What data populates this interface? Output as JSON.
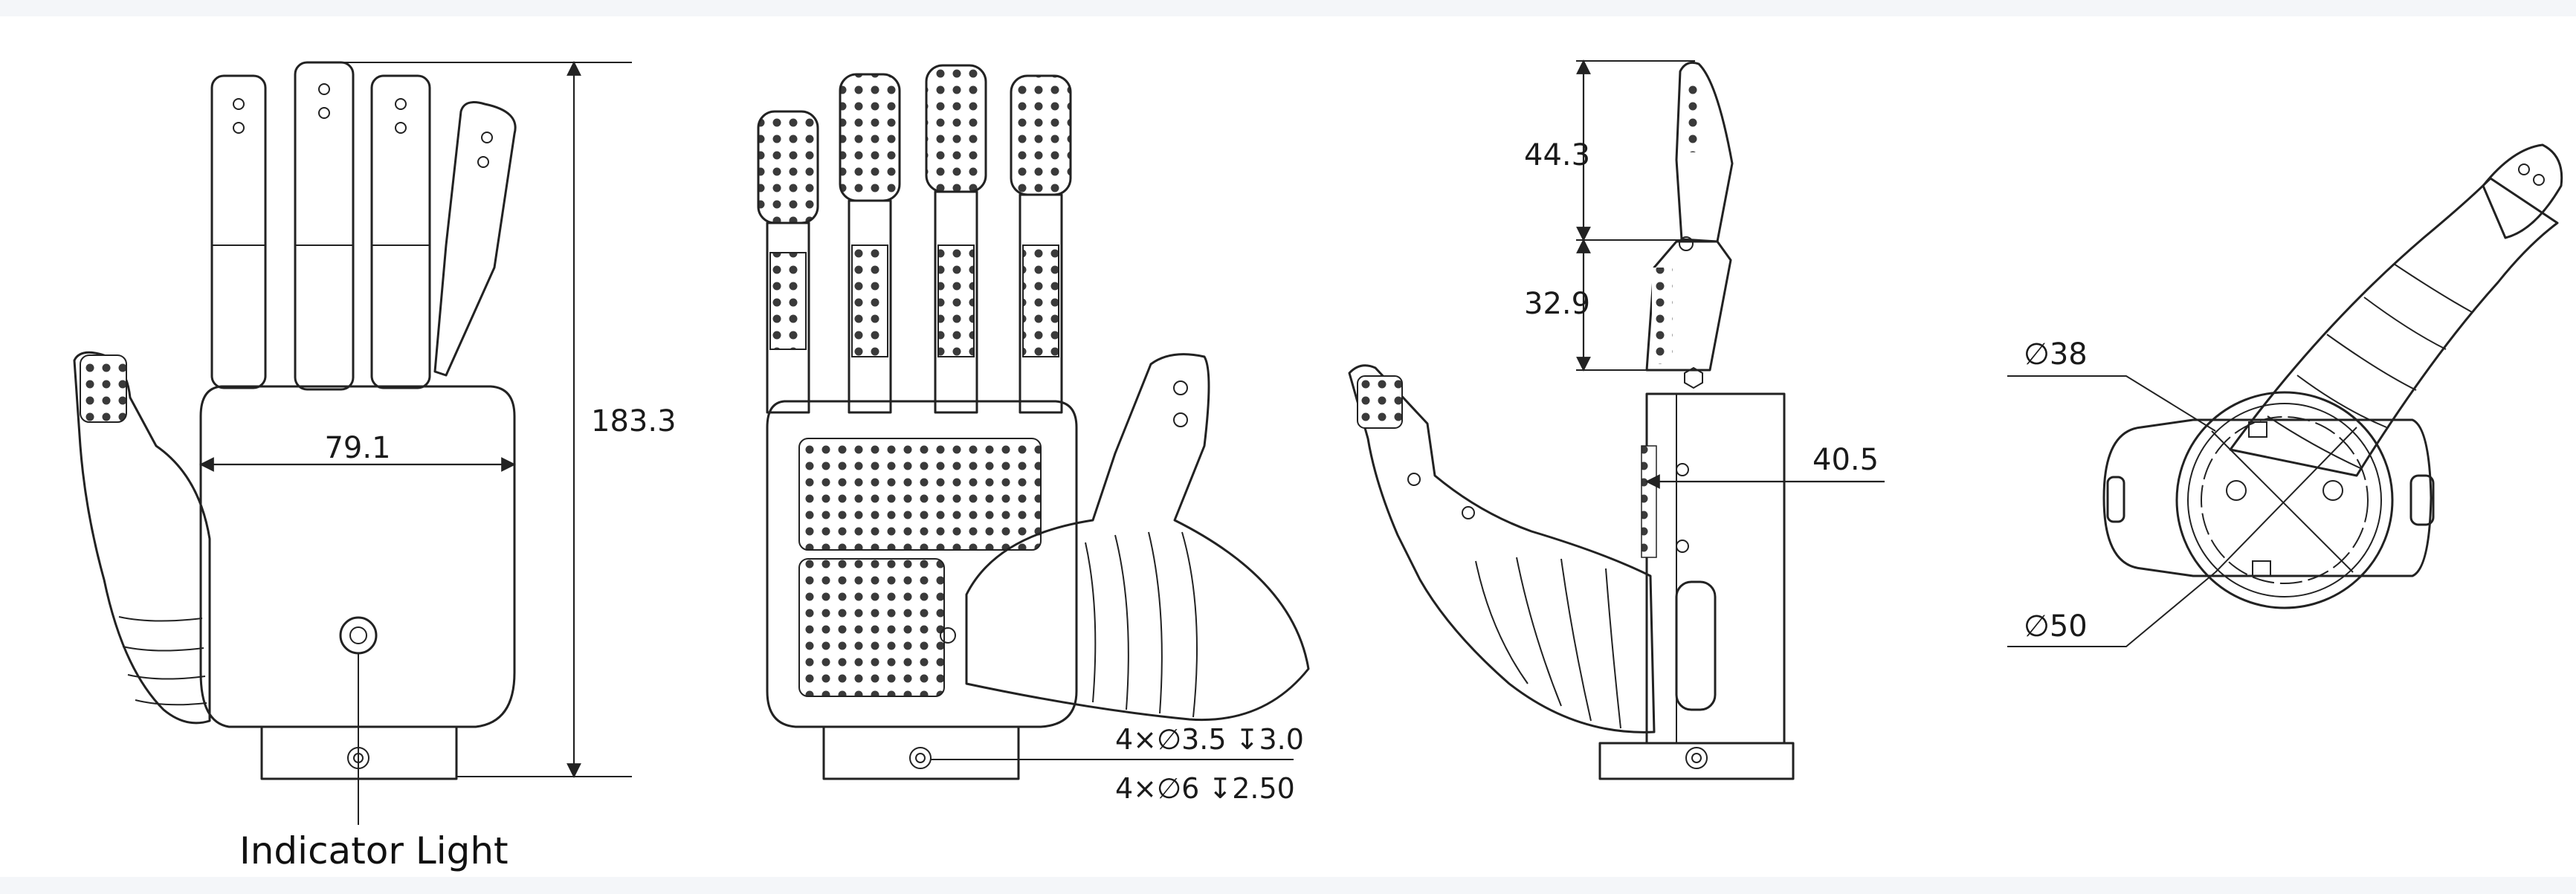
{
  "diagram": {
    "background": "#f4f6f9",
    "panel": "#ffffff",
    "line_color": "#222222",
    "views": {
      "back": {
        "dim_width": "79.1",
        "dim_height": "183.3",
        "callout": "Indicator Light"
      },
      "palm": {
        "note_line1": "4×∅3.5 ↧3.0",
        "note_line2": "4×∅6 ↧2.50"
      },
      "side": {
        "dim_upper": "44.3",
        "dim_mid": "32.9",
        "dim_depth": "40.5"
      },
      "bottom": {
        "dim_inner": "∅38",
        "dim_outer": "∅50"
      }
    }
  }
}
